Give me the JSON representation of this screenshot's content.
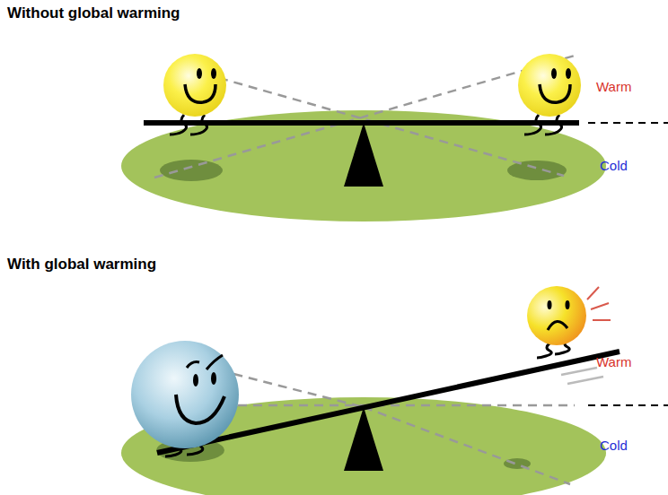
{
  "diagram": {
    "labels": [
      "Without global warming",
      "Warm",
      "Cold",
      "With global warming",
      "Warm",
      "Cold"
    ]
  }
}
